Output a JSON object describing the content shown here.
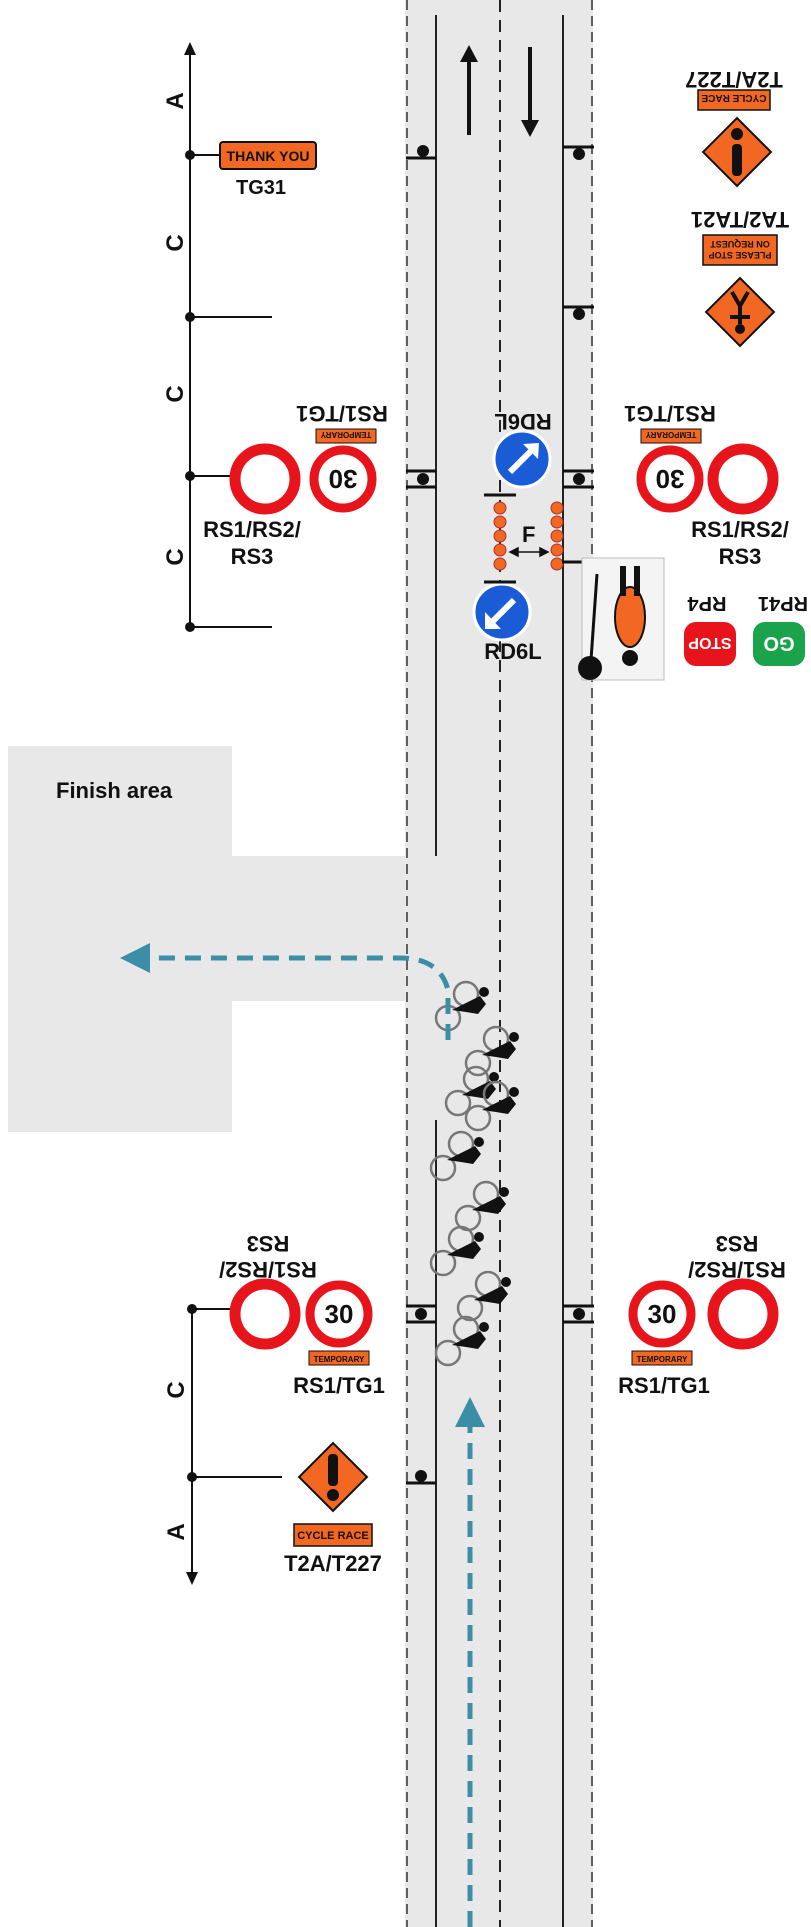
{
  "finish_area_label": "Finish area",
  "dimension_letters": {
    "top_a": "A",
    "top_c1": "C",
    "top_c2": "C",
    "top_c3": "C",
    "bottom_c": "C",
    "bottom_a": "A",
    "f": "F"
  },
  "sign_codes": {
    "tg31": "TG31",
    "rs_left_top": "RS1/RS2/\nRS3",
    "rs_right_top": "RS1/RS2/\nRS3",
    "rstg1_left_top": "RS1/TG1",
    "rstg1_right_top": "RS1/TG1",
    "rd6l_top": "RD6L",
    "rd6l_bottom": "RD6L",
    "rp4": "RP4",
    "rp41": "RP41",
    "ta2_ta21": "TA2/TA21",
    "t2a_t227_top": "T2A/T227",
    "rs_left_bottom": "RS1/RS2/\nRS3",
    "rs_right_bottom": "RS1/RS2/\nRS3",
    "rstg1_left_bottom": "RS1/TG1",
    "rstg1_right_bottom": "RS1/TG1",
    "t2a_t227_bottom": "T2A/T227"
  },
  "sign_text": {
    "thank_you": "THANK YOU",
    "speed": "30",
    "temporary": "TEMPORARY",
    "cycle_race": "CYCLE RACE",
    "please_stop": "PLEASE STOP\nON REQUEST",
    "stop": "STOP",
    "go": "GO"
  },
  "colors": {
    "road": "#e8e8e8",
    "finish_area": "#e8e8e8",
    "sign_orange": "#f26722",
    "sign_red": "#e8141b",
    "sign_blue": "#1a5bd6",
    "sign_green": "#1aa34a",
    "route_arrow": "#3b8ea5"
  }
}
